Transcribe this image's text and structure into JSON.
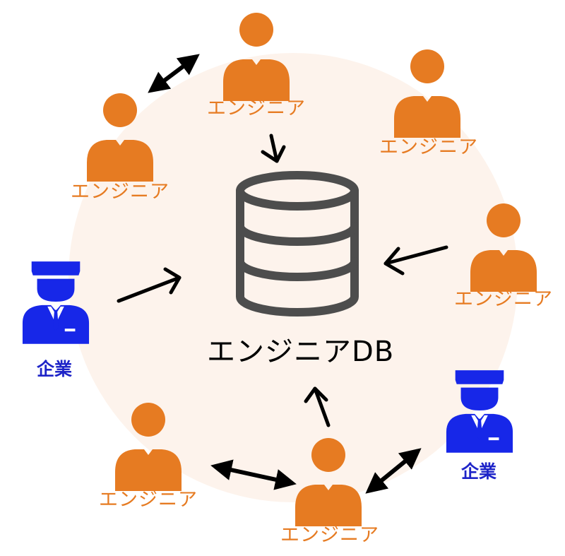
{
  "database": {
    "label": "エンジニアDB",
    "icon": "database-icon",
    "icon_color": "#4d4d4d"
  },
  "engineers": [
    {
      "label": "エンジニア",
      "icon": "engineer-person-icon"
    },
    {
      "label": "エンジニア",
      "icon": "engineer-person-icon"
    },
    {
      "label": "エンジニア",
      "icon": "engineer-person-icon"
    },
    {
      "label": "エンジニア",
      "icon": "engineer-person-icon"
    },
    {
      "label": "エンジニア",
      "icon": "engineer-person-icon"
    },
    {
      "label": "エンジニア",
      "icon": "engineer-person-icon"
    }
  ],
  "companies": [
    {
      "label": "企業",
      "icon": "company-person-icon"
    },
    {
      "label": "企業",
      "icon": "company-person-icon"
    }
  ],
  "colors": {
    "engineer": "#e67b22",
    "company": "#1e24c8",
    "background_circle": "#fdf3ec",
    "arrow": "#000000"
  }
}
